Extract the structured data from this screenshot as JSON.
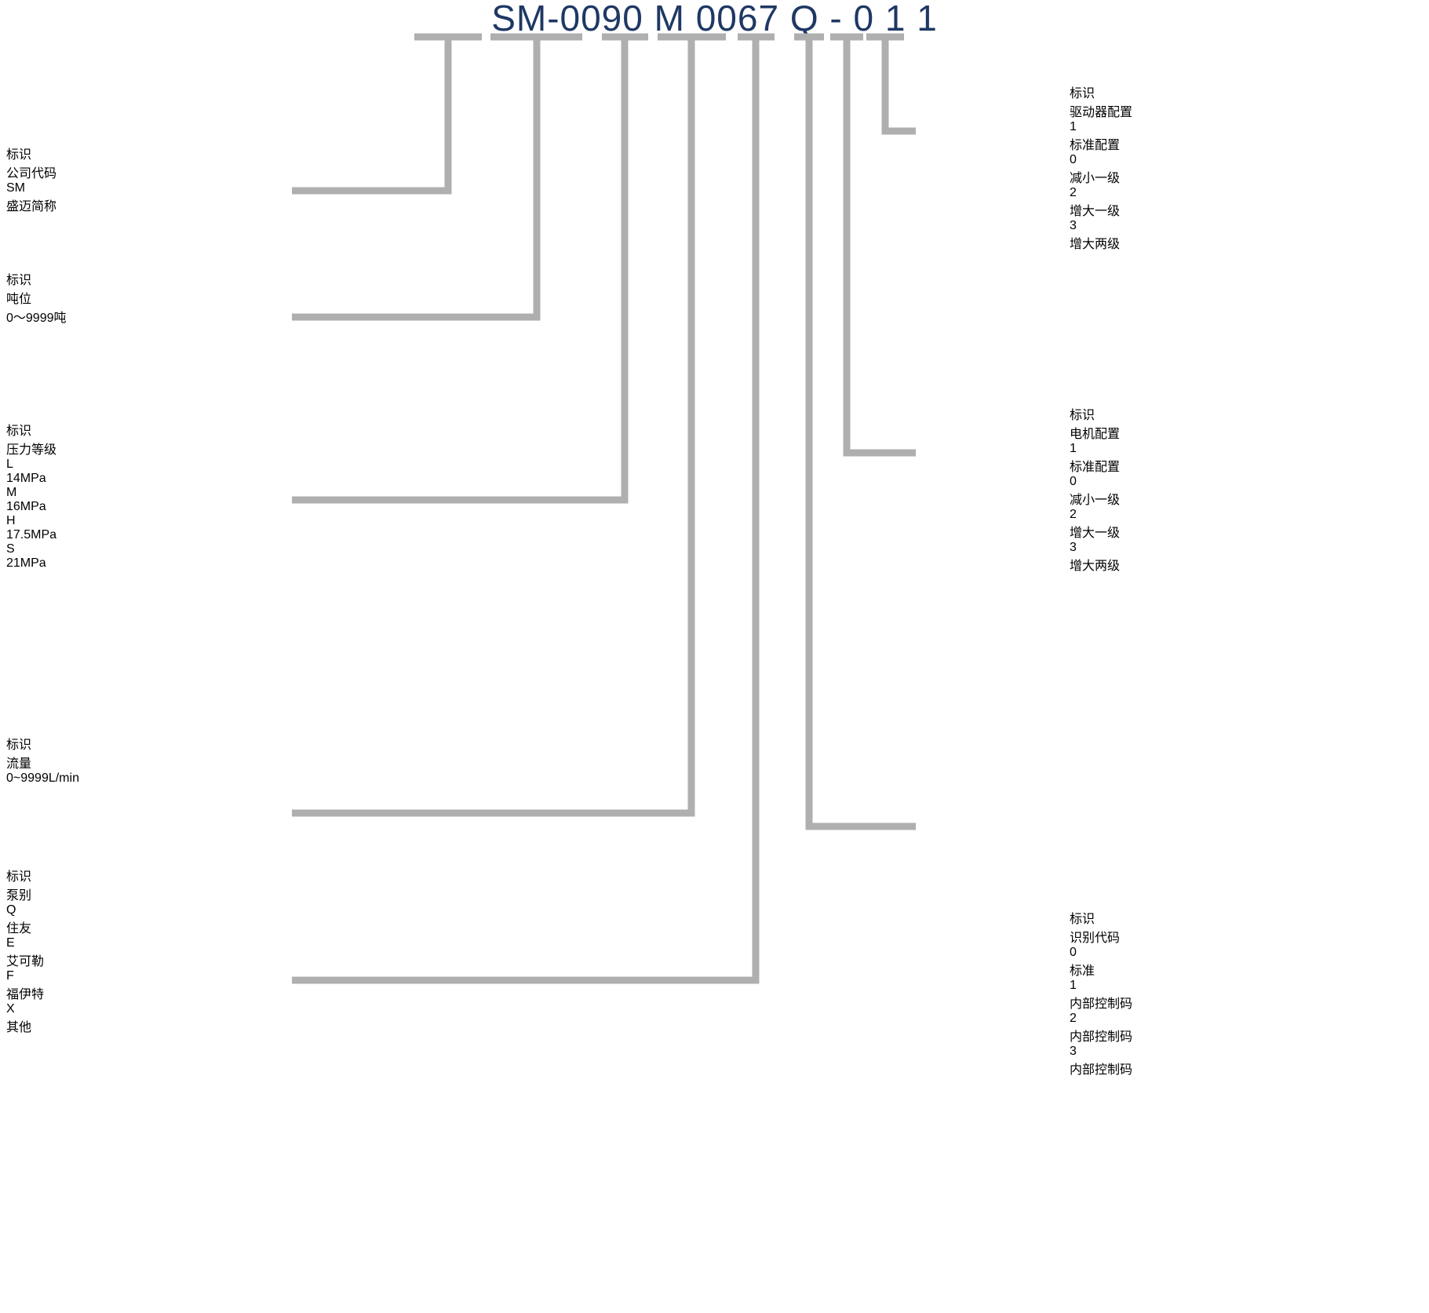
{
  "title": "SM-0090 M 0067 Q - 0 1 1",
  "colors": {
    "header_blue": "#0584FE",
    "cell_gray": "#C9C9C9",
    "title_navy": "#1F3864",
    "wire_gray": "#AFAFAF"
  },
  "common": {
    "id_header": "标识"
  },
  "tables": {
    "company": {
      "name": "公司代码",
      "headers": [
        "标识",
        "公司代码"
      ],
      "rows": [
        [
          "SM",
          "盛迈简称"
        ]
      ]
    },
    "tonnage": {
      "name": "吨位",
      "headers": [
        "标识",
        "吨位"
      ],
      "span_rows": [
        "0〜9999吨"
      ]
    },
    "pressure": {
      "name": "压力等级",
      "headers": [
        "标识",
        "压力等级"
      ],
      "rows": [
        [
          "L",
          "14MPa"
        ],
        [
          "M",
          "16MPa"
        ],
        [
          "H",
          "17.5MPa"
        ],
        [
          "S",
          "21MPa"
        ]
      ]
    },
    "flow": {
      "name": "流量",
      "headers": [
        "标识",
        "流量"
      ],
      "span_rows": [
        "0~9999L/min"
      ]
    },
    "pump": {
      "name": "泵别",
      "headers": [
        "标识",
        "泵别"
      ],
      "rows": [
        [
          "Q",
          "住友"
        ],
        [
          "E",
          "艾可勒"
        ],
        [
          "F",
          "福伊特"
        ],
        [
          "X",
          "其他"
        ]
      ]
    },
    "driver": {
      "name": "驱动器配置",
      "headers": [
        "标识",
        "驱动器配置"
      ],
      "rows": [
        [
          "1",
          "标准配置"
        ],
        [
          "0",
          "减小一级"
        ],
        [
          "2",
          "增大一级"
        ],
        [
          "3",
          "增大两级"
        ]
      ]
    },
    "motor": {
      "name": "电机配置",
      "headers": [
        "标识",
        "电机配置"
      ],
      "rows": [
        [
          "1",
          "标准配置"
        ],
        [
          "0",
          "减小一级"
        ],
        [
          "2",
          "增大一级"
        ],
        [
          "3",
          "增大两级"
        ]
      ]
    },
    "idcode": {
      "name": "识别代码",
      "headers": [
        "标识",
        "识别代码"
      ],
      "rows": [
        [
          "0",
          "标准"
        ],
        [
          "1",
          "内部控制码"
        ],
        [
          "2",
          "内部控制码"
        ],
        [
          "3",
          "内部控制码"
        ]
      ]
    }
  }
}
